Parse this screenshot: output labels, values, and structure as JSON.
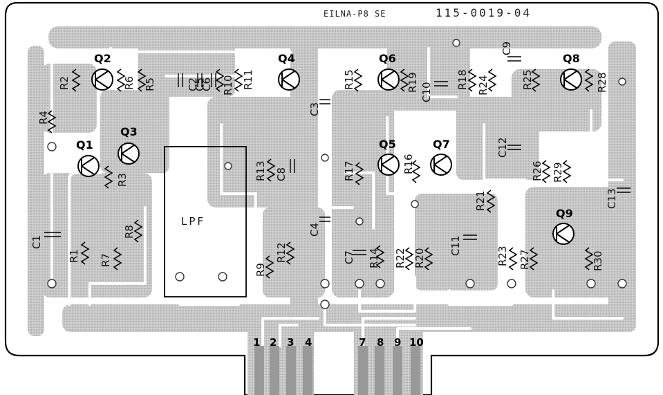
{
  "board": {
    "name": "EILNA-P8 SE",
    "part_number": "115-0019-04",
    "module_label": "LPF"
  },
  "transistors": [
    "Q1",
    "Q2",
    "Q3",
    "Q4",
    "Q5",
    "Q6",
    "Q7",
    "Q8",
    "Q9"
  ],
  "resistors": [
    "R1",
    "R2",
    "R3",
    "R4",
    "R5",
    "R6",
    "R7",
    "R8",
    "R9",
    "R10",
    "R11",
    "R12",
    "R13",
    "R14",
    "R15",
    "R16",
    "R17",
    "R18",
    "R19",
    "R20",
    "R21",
    "R22",
    "R23",
    "R24",
    "R25",
    "R26",
    "R27",
    "R28",
    "R29",
    "R30"
  ],
  "capacitors": [
    "C1",
    "C2",
    "C3",
    "C4",
    "C5",
    "C6",
    "C7",
    "C8",
    "C9",
    "C10",
    "C11",
    "C12",
    "C13"
  ],
  "connector_pins": [
    "1",
    "2",
    "3",
    "4",
    "7",
    "8",
    "9",
    "10"
  ],
  "colors": {
    "copper": "#bdbdbd",
    "outline": "#000000",
    "background": "#ffffff"
  }
}
